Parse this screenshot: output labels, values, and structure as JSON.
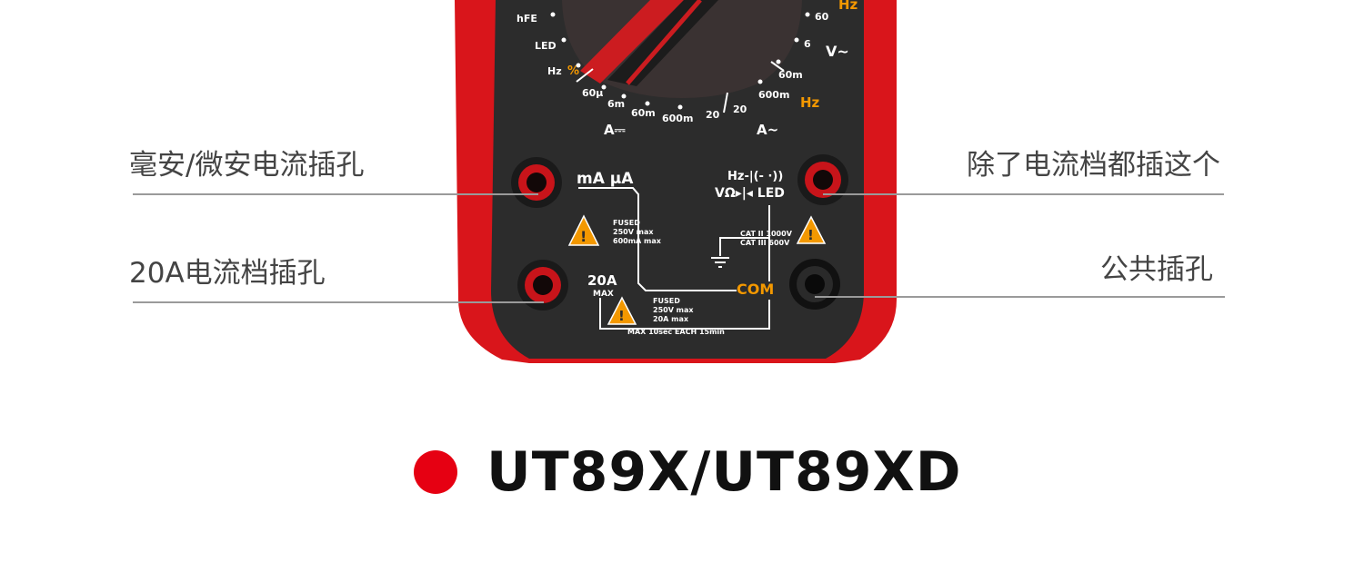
{
  "callouts": {
    "ma_ua_jack": "毫安/微安电流插孔",
    "main_jack": "除了电流档都插这个",
    "a20_jack": "20A电流档插孔",
    "com_jack": "公共插孔"
  },
  "dial": {
    "hfe": "hFE",
    "led": "LED",
    "hz": "Hz",
    "percent": "%",
    "r60u": "60μ",
    "r6m": "6m",
    "r60m": "60m",
    "r600m": "600m",
    "r20": "20",
    "r20b": "20",
    "r600m_ac": "600m",
    "r60m_ac": "60m",
    "r6": "6",
    "r60": "60",
    "hz_ac": "Hz",
    "hz_top": "Hz",
    "v_ac": "V~",
    "a_dc": "A⎓",
    "a_ac": "A~"
  },
  "panel": {
    "ma_ua": "mA μA",
    "hz_cap": "Hz-|(- ·))",
    "v_ohm_led": "VΩ▸|◂ LED",
    "fused1_l1": "FUSED",
    "fused1_l2": "250V max",
    "fused1_l3": "600mA max",
    "cat_l1": "CAT II 1000V",
    "cat_l2": "CAT III 600V",
    "a20": "20A",
    "max": "MAX",
    "com": "COM",
    "fused2_l1": "FUSED",
    "fused2_l2": "250V max",
    "fused2_l3": "20A max",
    "duty": "MAX 10sec EACH 15min"
  },
  "model": {
    "name": "UT89X/UT89XD"
  },
  "colors": {
    "brand_red": "#e60012",
    "panel": "#2b2b2b",
    "accent_orange": "#f39800"
  }
}
